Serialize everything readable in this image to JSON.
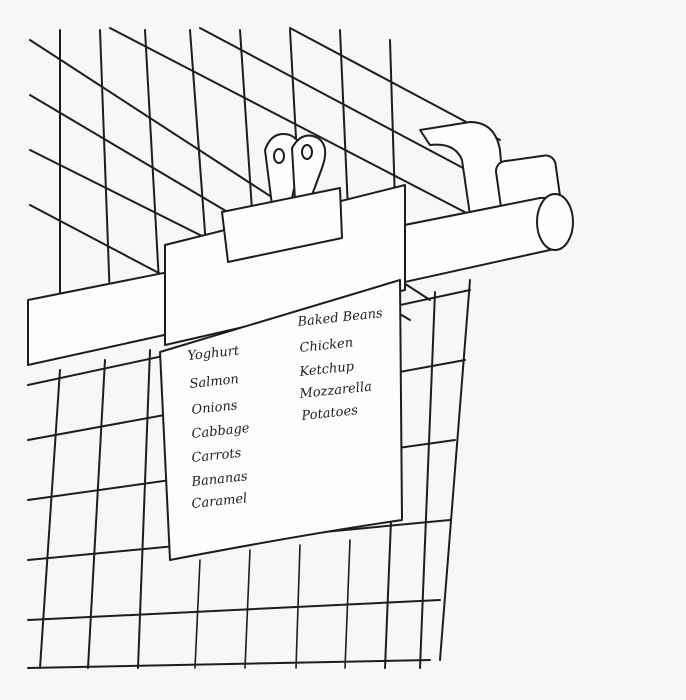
{
  "shopping_list": {
    "left_column": [
      "Yoghurt",
      "Salmon",
      "Onions",
      "Cabbage",
      "Carrots",
      "Bananas",
      "Caramel"
    ],
    "right_column": [
      "Baked Beans",
      "Chicken",
      "Ketchup",
      "Mozzarella",
      "Potatoes"
    ]
  },
  "colors": {
    "background": "#f7f7f5",
    "ink": "#1d1d1d",
    "paper": "#fdfdfb"
  }
}
